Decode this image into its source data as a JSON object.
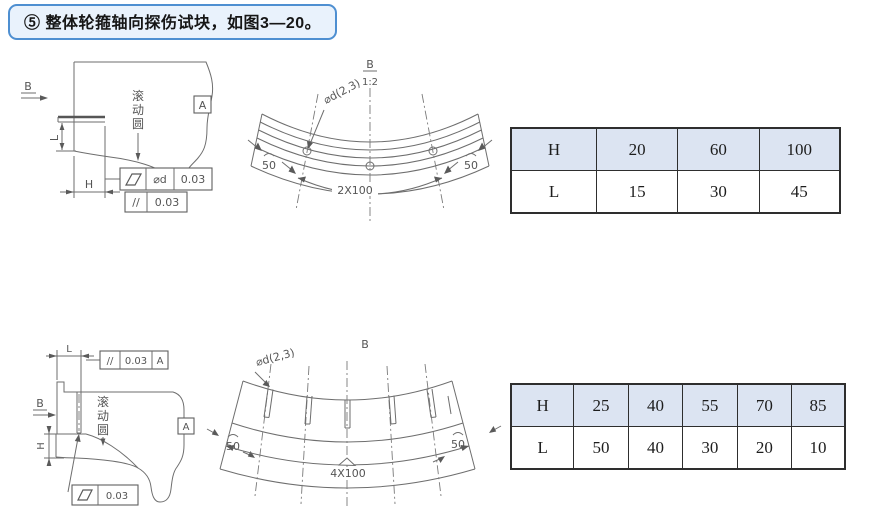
{
  "title": "⑤ 整体轮箍轴向探伤试块，如图3—20。",
  "colors": {
    "title_border": "#4e8fd1",
    "title_bg": "#e9f2fc",
    "table_header_bg": "#dce4f2",
    "table_border": "#2e2e2e",
    "drawing_line": "#6e6e6e"
  },
  "drawing_top_left": {
    "view_arrow": "B",
    "datum_label": "A",
    "dim_l": "L",
    "dim_h": "H",
    "rolling_circle": "滚动圆",
    "tol1_icon": "flatness-parallelogram",
    "tol1_zone": "⌀d",
    "tol1_value": "0.03",
    "tol2_symbol": "//",
    "tol2_value": "0.03"
  },
  "drawing_top_arc": {
    "view_label": "B",
    "scale": "1:2",
    "hole_note": "⌀d(2,3)",
    "dim_left": "50",
    "dim_right": "50",
    "dim_span": "2X100"
  },
  "table_top": {
    "rows": [
      [
        "H",
        "20",
        "60",
        "100"
      ],
      [
        "L",
        "15",
        "30",
        "45"
      ]
    ]
  },
  "drawing_bottom_left": {
    "view_arrow": "B",
    "datum_label": "A",
    "dim_l": "L",
    "dim_h": "H",
    "rolling_circle": "滚动圆",
    "tol_top_symbol": "//",
    "tol_top_value": "0.03",
    "tol_top_datum": "A",
    "tol_bottom_icon": "flatness-parallelogram",
    "tol_bottom_value": "0.03"
  },
  "drawing_bottom_arc": {
    "view_label": "B",
    "hole_note": "⌀d(2,3)",
    "dim_left": "50",
    "dim_right": "50",
    "dim_span": "4X100"
  },
  "table_bottom": {
    "rows": [
      [
        "H",
        "25",
        "40",
        "55",
        "70",
        "85"
      ],
      [
        "L",
        "50",
        "40",
        "30",
        "20",
        "10"
      ]
    ]
  }
}
